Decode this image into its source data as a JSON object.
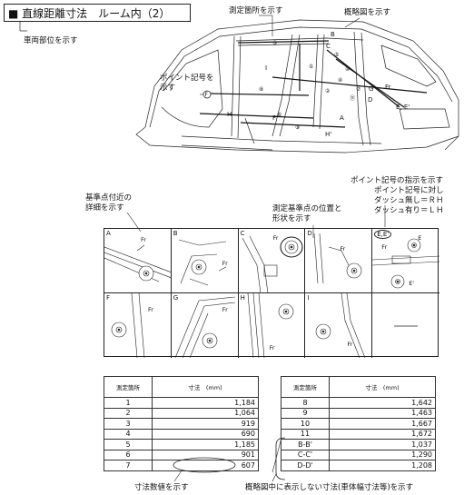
{
  "header": {
    "title": "■ 直線距離寸法　ルーム内（2）"
  },
  "callouts": {
    "vehicle_part": "車両部位を示す",
    "measure_spot": "測定箇所を示す",
    "outline": "概略図を示す",
    "point_no": "ポイント記号を\n示す",
    "point_rule_1": "ポイント記号の指示を示す",
    "point_rule_2": "ポイント記号に対し",
    "point_rule_3": "ダッシュ無し＝ＲＨ",
    "point_rule_4": "ダッシュ有り＝ＬＨ",
    "ref_detail": "基準点付近の\n詳細を示す",
    "ref_shape": "測定基準点の位置と\n形状を示す",
    "dim_value": "寸法数値を示す",
    "not_shown": "概略図中に表示しない寸法(車体幅寸法等)を示す"
  },
  "diagram_labels": {
    "points": [
      "A",
      "B",
      "C",
      "D",
      "E",
      "E'",
      "F",
      "F'",
      "G",
      "H",
      "H'",
      "I",
      "Fr"
    ],
    "circled": [
      "①",
      "②",
      "③",
      "④",
      "⑤",
      "⑥",
      "⑦",
      "⑧",
      "⑨",
      "⑩",
      "⑪"
    ]
  },
  "detail_panels": [
    {
      "label": "A",
      "fr": "Fr"
    },
    {
      "label": "B",
      "fr": "Fr"
    },
    {
      "label": "C",
      "fr": "Fr"
    },
    {
      "label": "D",
      "fr": "Fr"
    },
    {
      "label": "E,E'",
      "fr": "Fr"
    },
    {
      "label": "F",
      "fr": "Fr"
    },
    {
      "label": "G",
      "fr": "Fr"
    },
    {
      "label": "H",
      "fr": "Fr"
    },
    {
      "label": "I",
      "fr": "Fr"
    }
  ],
  "panel_extra": {
    "e_upper": "E",
    "e_lower": "E'"
  },
  "table_left": {
    "headers": [
      "測定箇所",
      "寸法　(mm)"
    ],
    "rows": [
      [
        "1",
        "1,184"
      ],
      [
        "2",
        "1,064"
      ],
      [
        "3",
        "919"
      ],
      [
        "4",
        "690"
      ],
      [
        "5",
        "1,185"
      ],
      [
        "6",
        "901"
      ],
      [
        "7",
        "607"
      ]
    ]
  },
  "table_right": {
    "headers": [
      "測定箇所",
      "寸法　(mm)"
    ],
    "rows": [
      [
        "8",
        "1,642"
      ],
      [
        "9",
        "1,463"
      ],
      [
        "10",
        "1,667"
      ],
      [
        "11",
        "1,672"
      ],
      [
        "B-B'",
        "1,037"
      ],
      [
        "C-C'",
        "1,290"
      ],
      [
        "D-D'",
        "1,208"
      ]
    ]
  }
}
